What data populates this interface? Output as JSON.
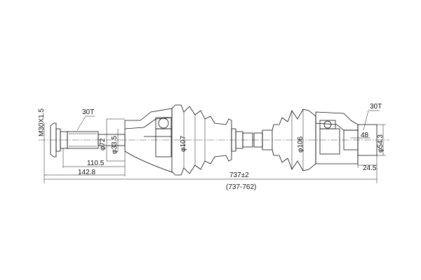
{
  "drawing": {
    "labels": {
      "thread": "M30X1.5",
      "spline_left": "30T",
      "spline_right": "30T",
      "dia_72": "φ72",
      "dia_33_5": "φ33.5",
      "dia_107": "φ107",
      "dia_106": "φ106",
      "dia_54_3": "φ54.3",
      "len_48": "48",
      "len_24_5": "24.5",
      "len_110_5": "110.5",
      "len_142_8": "142.8",
      "overall": "737±2",
      "overall_range": "(737-762)"
    }
  }
}
